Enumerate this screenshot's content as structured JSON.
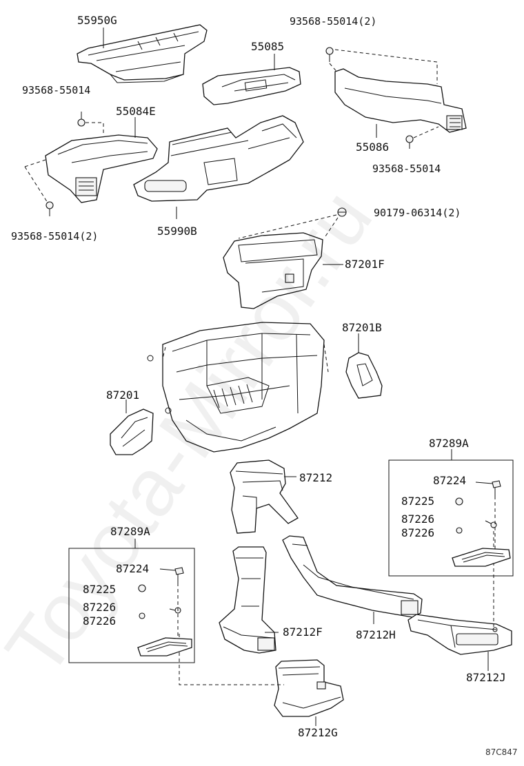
{
  "labels": {
    "p55950G": "55950G",
    "p55085": "55085",
    "p93568_top_right": "93568-55014(2)",
    "p93568_left_top": "93568-55014",
    "p55084E": "55084E",
    "p55086": "55086",
    "p93568_right": "93568-55014",
    "p93568_left_bottom": "93568-55014(2)",
    "p55990B": "55990B",
    "p90179": "90179-06314(2)",
    "p87201F": "87201F",
    "p87201B": "87201B",
    "p87201": "87201",
    "p87289A_right": "87289A",
    "p87224_right": "87224",
    "p87225_right": "87225",
    "p87226a_right": "87226",
    "p87226b_right": "87226",
    "p87212": "87212",
    "p87289A_left": "87289A",
    "p87224_left": "87224",
    "p87225_left": "87225",
    "p87226a_left": "87226",
    "p87226b_left": "87226",
    "p87212F": "87212F",
    "p87212H": "87212H",
    "p87212J": "87212J",
    "p87212G": "87212G"
  },
  "watermark": "Toyota-Mirror.ru",
  "diagram_code": "87C847"
}
